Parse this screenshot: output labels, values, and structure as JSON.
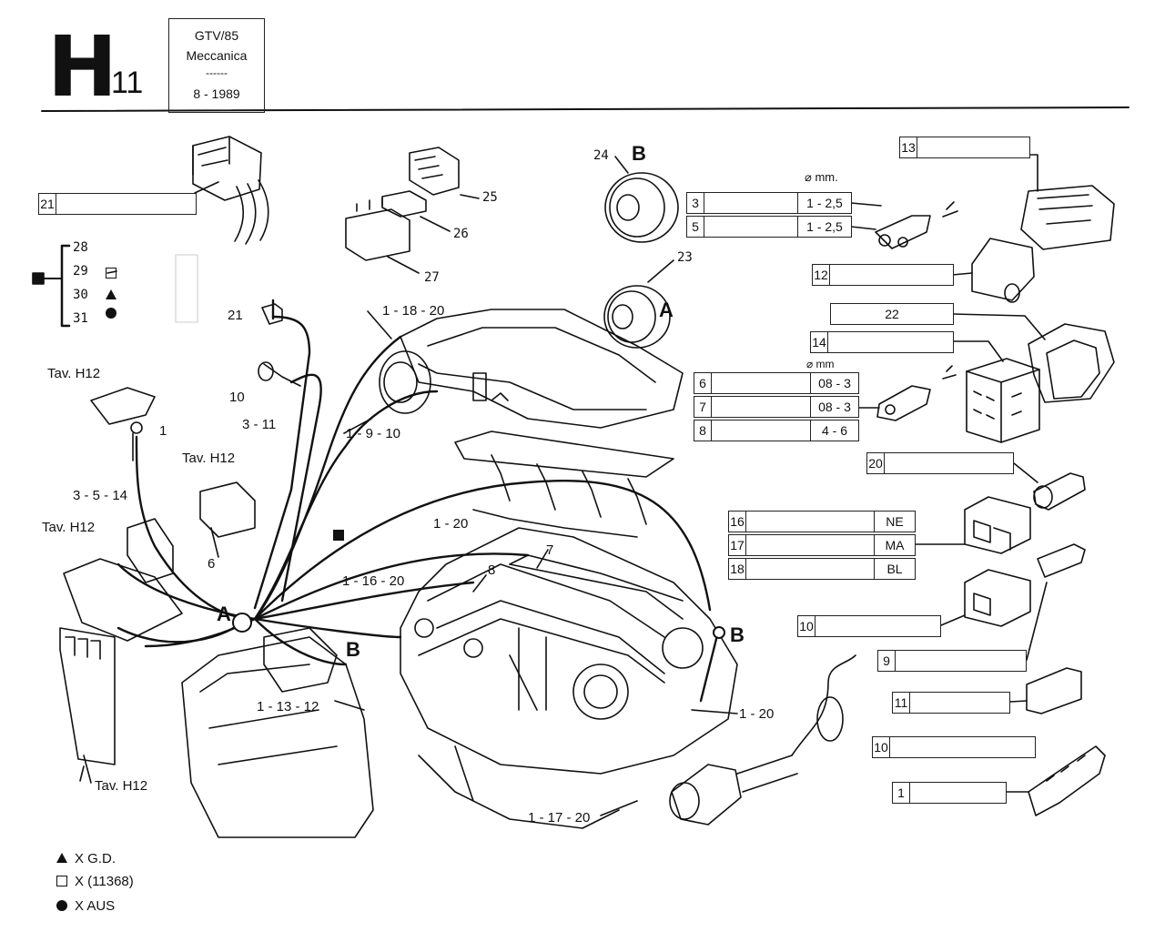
{
  "sheet": {
    "letter": "H",
    "number": "11",
    "model": "GTV/85",
    "section": "Meccanica",
    "dashes": "------",
    "date": "8 - 1989"
  },
  "group_28_31": {
    "items": [
      "28",
      "29",
      "30",
      "31"
    ]
  },
  "callouts": {
    "c1": "1",
    "c6": "6",
    "c7": "7",
    "c8": "8",
    "c10": "10",
    "c21": "21",
    "c23": "23",
    "c24": "24",
    "c25": "25",
    "c26": "26",
    "c27": "27",
    "c1_18_20": "1 - 18 - 20",
    "c1_9_10": "1 - 9 - 10",
    "c3_11": "3 - 11",
    "c3_5_14": "3 - 5 - 14",
    "c1_20_a": "1 - 20",
    "c1_16_20": "1 - 16 - 20",
    "c1_13_12": "1 - 13 - 12",
    "c1_20_b": "1 - 20",
    "c1_17_20": "1 - 17 - 20",
    "tav_a": "Tav. H12",
    "tav_b": "Tav. H12",
    "tav_c": "Tav. H12",
    "tav_d": "Tav. H12",
    "letter_a1": "A",
    "letter_a2": "A",
    "letter_b1": "B",
    "letter_b2": "B",
    "letter_b3": "B",
    "mm1": "⌀ mm.",
    "mm2": "⌀ mm"
  },
  "part_boxes": {
    "b21": {
      "num": "21"
    },
    "b13": {
      "num": "13"
    },
    "b3": {
      "num": "3",
      "val": "1 - 2,5"
    },
    "b5": {
      "num": "5",
      "val": "1 - 2,5"
    },
    "b12": {
      "num": "12"
    },
    "b22": {
      "num": "22"
    },
    "b14": {
      "num": "14"
    },
    "b6": {
      "num": "6",
      "val": "08 - 3"
    },
    "b7": {
      "num": "7",
      "val": "08 - 3"
    },
    "b8": {
      "num": "8",
      "val": "4 - 6"
    },
    "b20": {
      "num": "20"
    },
    "b16": {
      "num": "16",
      "val": "NE"
    },
    "b17": {
      "num": "17",
      "val": "MA"
    },
    "b18": {
      "num": "18",
      "val": "BL"
    },
    "b10a": {
      "num": "10"
    },
    "b9": {
      "num": "9"
    },
    "b11": {
      "num": "11"
    },
    "b10b": {
      "num": "10"
    },
    "b1": {
      "num": "1"
    }
  },
  "legend": {
    "triangle": "X G.D.",
    "square": "X (11368)",
    "circle": "X AUS"
  }
}
